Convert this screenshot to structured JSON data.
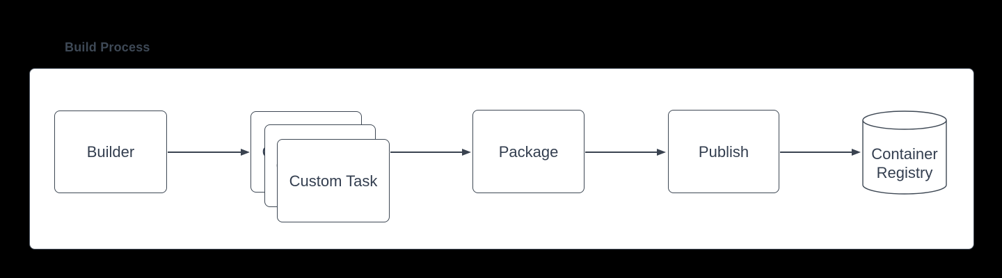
{
  "canvas": {
    "background": "#000000"
  },
  "diagram": {
    "title": "Build Process",
    "frame": {
      "fill": "#ffffff",
      "border_color": "#49525e"
    },
    "style": {
      "shape_fill": "#ffffff",
      "stroke_color": "#3d4753",
      "text_color": "#333e4f",
      "title_color": "#3e4956",
      "edge_color": "#3a4350"
    },
    "nodes": [
      {
        "id": "builder",
        "label": "Builder",
        "shape": "rounded-rectangle"
      },
      {
        "id": "custom-task",
        "label": "Custom Task",
        "shape": "stacked-rounded-rectangles",
        "copies": 3
      },
      {
        "id": "package",
        "label": "Package",
        "shape": "rounded-rectangle"
      },
      {
        "id": "publish",
        "label": "Publish",
        "shape": "rounded-rectangle"
      },
      {
        "id": "container-registry",
        "label": "Container Registry",
        "shape": "cylinder"
      }
    ],
    "edges": [
      {
        "from": "builder",
        "to": "custom-task"
      },
      {
        "from": "custom-task",
        "to": "package"
      },
      {
        "from": "package",
        "to": "publish"
      },
      {
        "from": "publish",
        "to": "container-registry"
      }
    ]
  }
}
